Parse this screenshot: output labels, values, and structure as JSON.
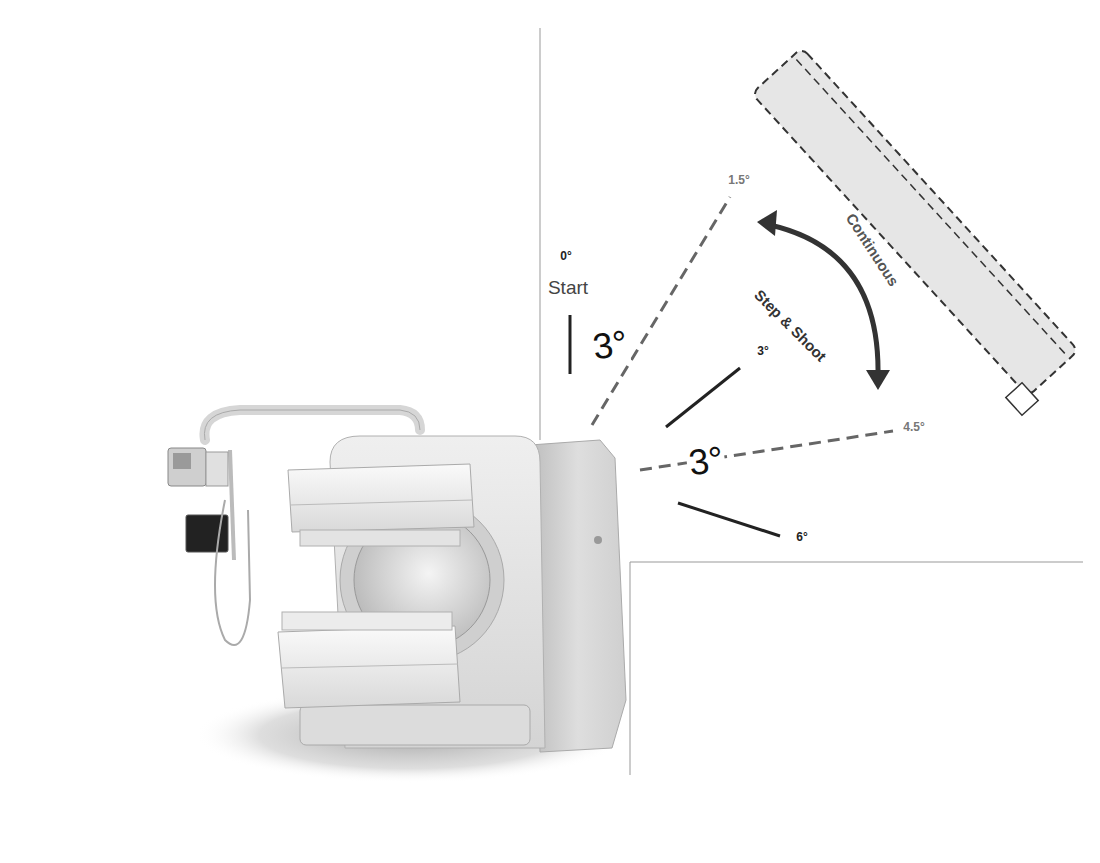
{
  "diagram": {
    "labels": [
      "0°",
      "Start",
      "1.5°",
      "3°",
      "Step & Shoot",
      "3°",
      "Continuous",
      "3°",
      "4.5°",
      "6°"
    ]
  }
}
